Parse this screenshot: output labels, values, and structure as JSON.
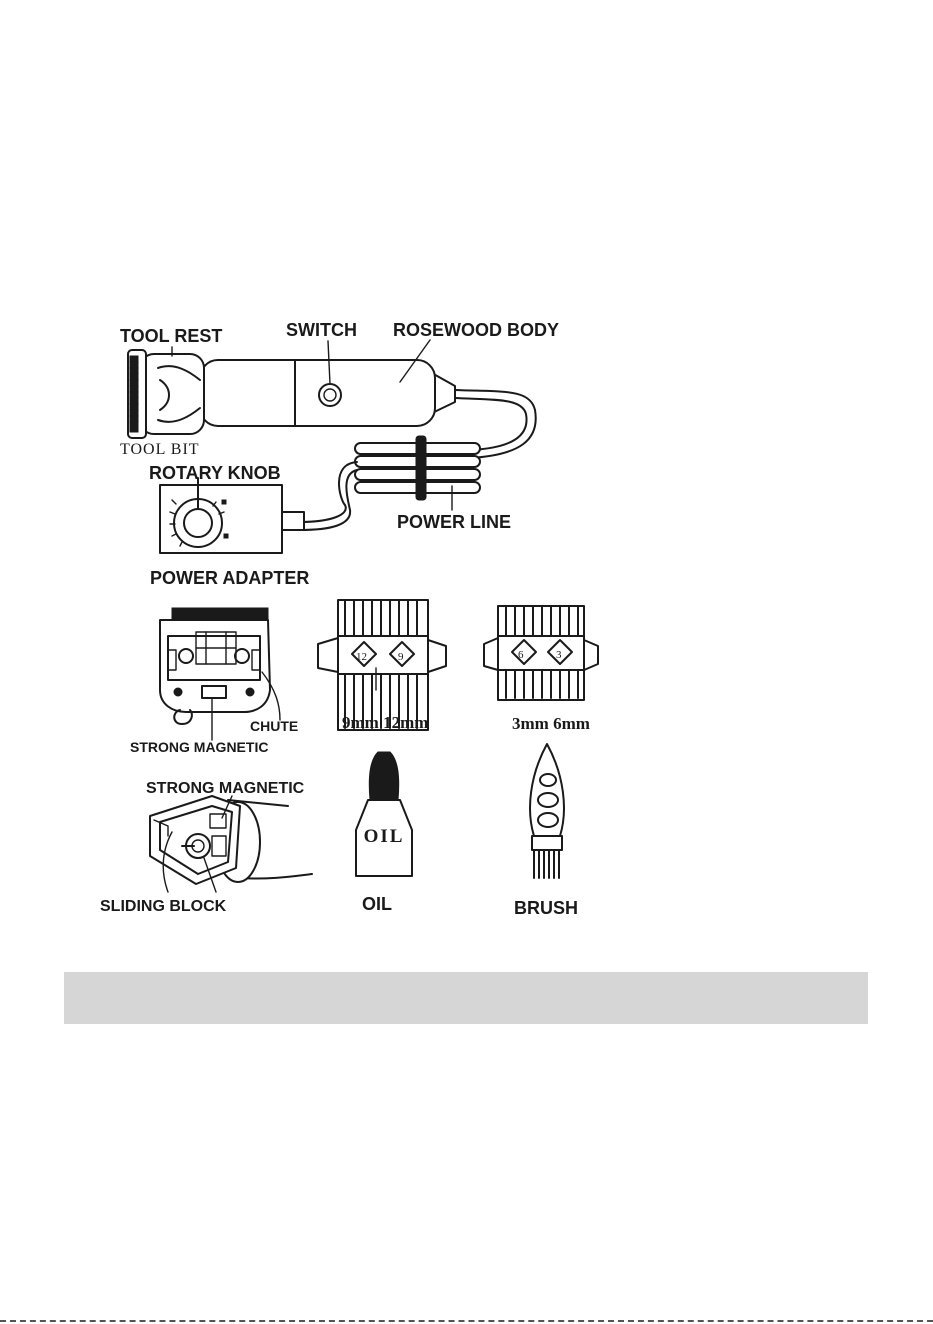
{
  "labels": {
    "tool_rest": "TOOL REST",
    "switch": "SWITCH",
    "rosewood_body": "ROSEWOOD BODY",
    "tool_bit": "TOOL BIT",
    "rotary_knob": "ROTARY KNOB",
    "power_line": "POWER LINE",
    "power_adapter": "POWER ADAPTER",
    "chute": "CHUTE",
    "strong_magnetic": "STRONG MAGNETIC",
    "comb_large_sizes": "9mm  12mm",
    "comb_small_sizes": "3mm  6mm",
    "strong_magnetic_2": "STRONG MAGNETIC",
    "oil": "OIL",
    "oil_bottle_text": "OIL",
    "brush": "BRUSH",
    "sliding_block": "SLIDING BLOCK"
  },
  "comb_markings": {
    "large_left": "12",
    "large_right": "9",
    "small_left": "6",
    "small_right": "3"
  },
  "colors": {
    "ink": "#1a1a1a",
    "band": "#d6d6d6"
  }
}
